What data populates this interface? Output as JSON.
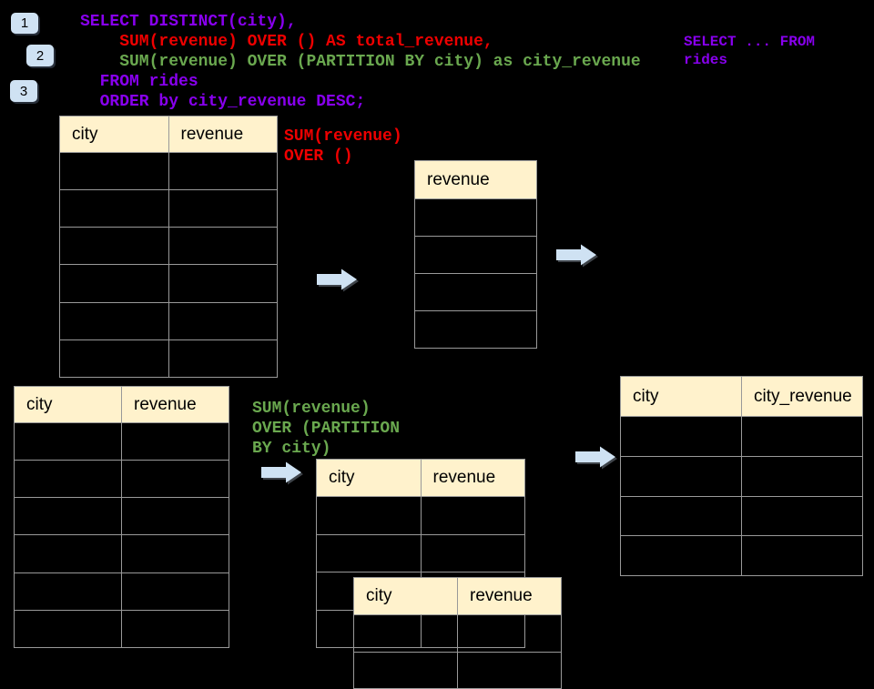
{
  "colors": {
    "bg": "#000000",
    "code_purple": "#8800EE",
    "code_red": "#EE0000",
    "code_green": "#6AA84F",
    "header_fill": "#FFF2CC",
    "grid_border": "#999999",
    "arrow_fill": "#CFE2F3",
    "badge_fill": "#CFE2F3",
    "badge_text": "#000000"
  },
  "icons": {
    "flow_arrow": "right-block-arrow"
  },
  "badges": [
    {
      "label": "1"
    },
    {
      "label": "2"
    },
    {
      "label": "3"
    }
  ],
  "code": {
    "lines": [
      {
        "text": "SELECT DISTINCT(city),",
        "color": "code_purple"
      },
      {
        "text": "    SUM(revenue) OVER () AS total_revenue,",
        "color": "code_red"
      },
      {
        "text": "    SUM(revenue) OVER (PARTITION BY city) as city_revenue",
        "color": "code_green"
      },
      {
        "text": "  FROM rides",
        "color": "code_purple"
      },
      {
        "text": "  ORDER by city_revenue DESC;",
        "color": "code_purple"
      }
    ]
  },
  "side_code": {
    "lines": [
      {
        "text": "SELECT ... FROM",
        "color": "code_purple"
      },
      {
        "text": "rides",
        "color": "code_purple"
      }
    ]
  },
  "labels": {
    "total_window": {
      "lines": [
        {
          "text": "SUM(revenue)",
          "color": "code_red"
        },
        {
          "text": "OVER ()",
          "color": "code_red"
        }
      ]
    },
    "partition_window": {
      "lines": [
        {
          "text": "SUM(revenue)",
          "color": "code_green"
        },
        {
          "text": "OVER (PARTITION",
          "color": "code_green"
        },
        {
          "text": "BY city)",
          "color": "code_green"
        }
      ]
    }
  },
  "tables": {
    "source_top": {
      "columns": [
        "city",
        "revenue"
      ],
      "rows": 6
    },
    "revenue_only": {
      "columns": [
        "revenue"
      ],
      "rows": 4
    },
    "source_bottom": {
      "columns": [
        "city",
        "revenue"
      ],
      "rows": 6
    },
    "partition_mid": {
      "columns": [
        "city",
        "revenue"
      ],
      "rows": 4
    },
    "overlay_bottom": {
      "columns": [
        "city",
        "revenue"
      ],
      "rows": 2
    },
    "result_right": {
      "columns": [
        "city",
        "city_revenue"
      ],
      "rows": 4
    }
  }
}
